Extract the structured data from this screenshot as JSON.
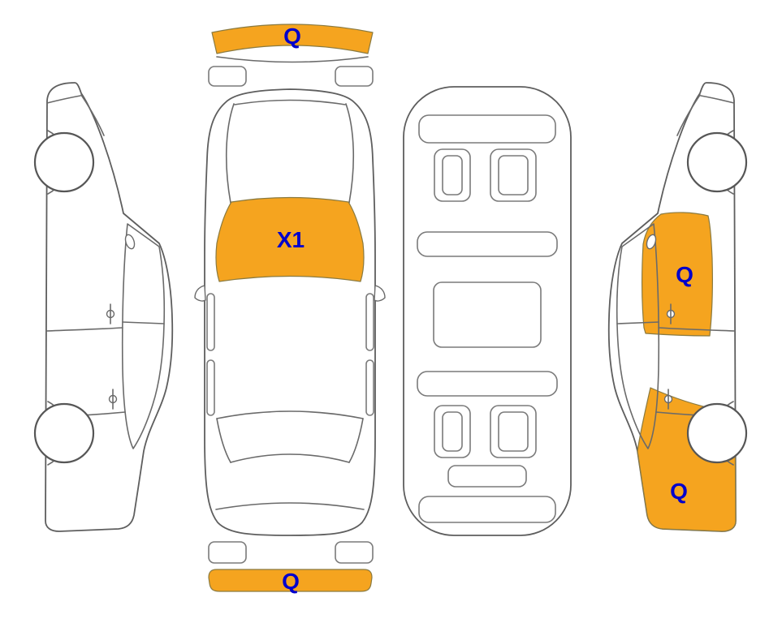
{
  "colors": {
    "highlight": "#f5a41f",
    "code_text": "#0000cc",
    "outline": "#6a6a6a",
    "background": "#ffffff"
  },
  "damage_codes": {
    "front_bumper": "Q",
    "windshield": "X1",
    "rear_bumper": "Q",
    "right_front_door": "Q",
    "right_rear_quarter": "Q"
  }
}
